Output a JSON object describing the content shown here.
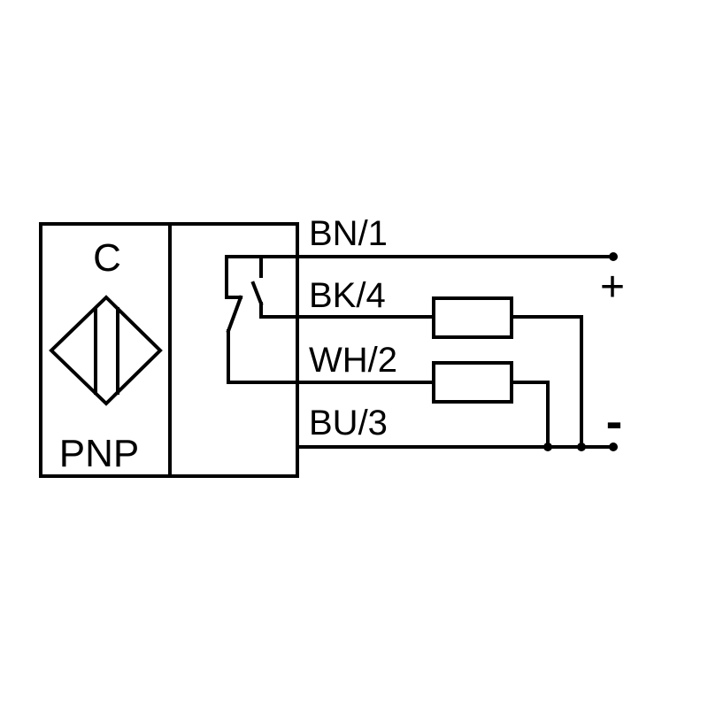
{
  "sensor": {
    "type_letter": "C",
    "output_type": "PNP"
  },
  "wires": [
    {
      "label": "BN/1"
    },
    {
      "label": "BK/4"
    },
    {
      "label": "WH/2"
    },
    {
      "label": "BU/3"
    }
  ],
  "supply": {
    "positive": "+",
    "negative": "-"
  }
}
